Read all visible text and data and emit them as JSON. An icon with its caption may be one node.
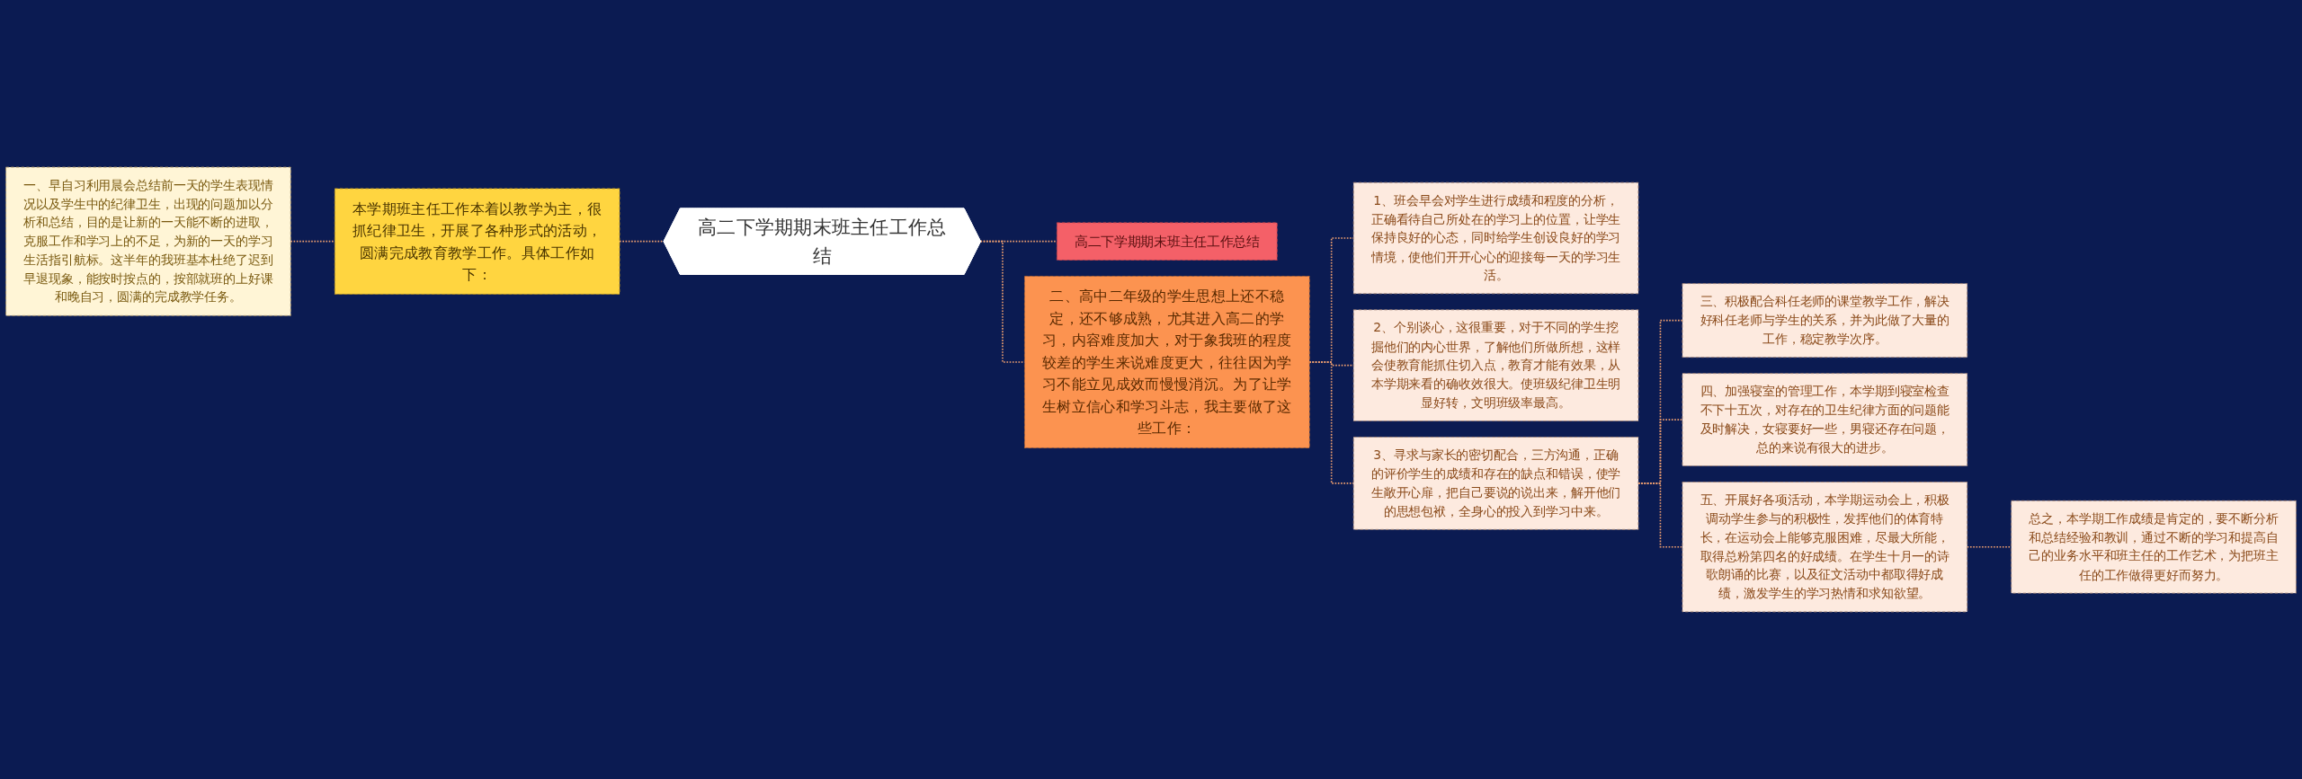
{
  "diagram": {
    "nodes": [
      {
        "text": [
          "高二下学期期末班主任工作总结"
        ]
      },
      {
        "text": [
          "本学期班主任工作本着以教学为主，很抓纪律卫生，开展了各种形式的活动，圆满完成教育教学工作。具体工作如下："
        ]
      },
      {
        "text": [
          "一、早自习利用晨会总结前一天的学生表现情况以及学生中的纪律卫生，出现的问题加以分析和总结，目的是让新的一天能不断的进取，克服工作和学习上的不足，为新的一天的学习生活指引航标。这半年的我班基本杜绝了迟到早退现象，能按时按点的，按部就班的上好课和晚自习，圆满的完成教学任务。"
        ]
      },
      {
        "text": [
          "高二下学期期末班主任工作总结"
        ]
      },
      {
        "text": [
          "二、高中二年级的学生思想上还不稳定，还不够成熟，尤其进入高二的学习，内容难度加大，对于象我班的程度较差的学生来说难度更大，往往因为学习不能立见成效而慢慢消沉。为了让学生树立信心和学习斗志，我主要做了这些工作："
        ]
      },
      {
        "text": [
          "1、班会早会对学生进行成绩和程度的分析，正确看待自己所处在的学习上的位置，让学生保持良好的心态，同时给学生创设良好的学习情境，使他们开开心心的迎接每一天的学习生活。"
        ]
      },
      {
        "text": [
          "2、个别谈心，这很重要，对于不同的学生挖掘他们的内心世界，了解他们所做所想，这样会使教育能抓住切入点，教育才能有效果，从本学期来看的确收效很大。使班级纪律卫生明显好转，文明班级率最高。"
        ]
      },
      {
        "text": [
          "3、寻求与家长的密切配合，三方沟通，正确的评价学生的成绩和存在的缺点和错误，使学生敞开心扉，把自己要说的说出来，解开他们的思想包袱，全身心的投入到学习中来。"
        ]
      },
      {
        "text": [
          "三、积极配合科任老师的课堂教学工作，解决好科任老师与学生的关系，并为此做了大量的工作，稳定教学次序。"
        ]
      },
      {
        "text": [
          "四、加强寝室的管理工作，本学期到寝室检查不下十五次，对存在的卫生纪律方面的问题能及时解决，女寝要好一些，男寝还存在问题，总的来说有很大的进步。"
        ]
      },
      {
        "text": [
          "五、开展好各项活动，本学期运动会上，积极调动学生参与的积极性，发挥他们的体育特长，在运动会上能够克服困难，尽最大所能，取得总粉第四名的好成绩。在学生十月一的诗歌朗诵的比赛，以及征文活动中都取得好成绩，激发学生的学习热情和求知欲望。"
        ]
      },
      {
        "text": [
          "总之，本学期工作成绩是肯定的，要不断分析和总结经验和教训，通过不断的学习和提高自己的业务水平和班主任的工作艺术，为把班主任的工作做得更好而努力。"
        ]
      }
    ],
    "edges": [
      {
        "from": 1,
        "to": 0,
        "arrow": "none",
        "style": "dashed"
      },
      {
        "from": 2,
        "to": 1,
        "arrow": "none",
        "style": "dashed"
      },
      {
        "from": 0,
        "to": 3,
        "arrow": "none",
        "style": "dashed"
      },
      {
        "from": 0,
        "to": 4,
        "arrow": "none",
        "style": "dashed"
      },
      {
        "from": 4,
        "to": 5,
        "arrow": "none",
        "style": "dashed"
      },
      {
        "from": 4,
        "to": 6,
        "arrow": "none",
        "style": "dashed"
      },
      {
        "from": 4,
        "to": 7,
        "arrow": "none",
        "style": "dashed"
      },
      {
        "from": 7,
        "to": 8,
        "arrow": "none",
        "style": "dashed"
      },
      {
        "from": 7,
        "to": 9,
        "arrow": "none",
        "style": "dashed"
      },
      {
        "from": 7,
        "to": 10,
        "arrow": "none",
        "style": "dashed"
      },
      {
        "from": 10,
        "to": 11,
        "arrow": "none",
        "style": "dashed"
      }
    ]
  }
}
